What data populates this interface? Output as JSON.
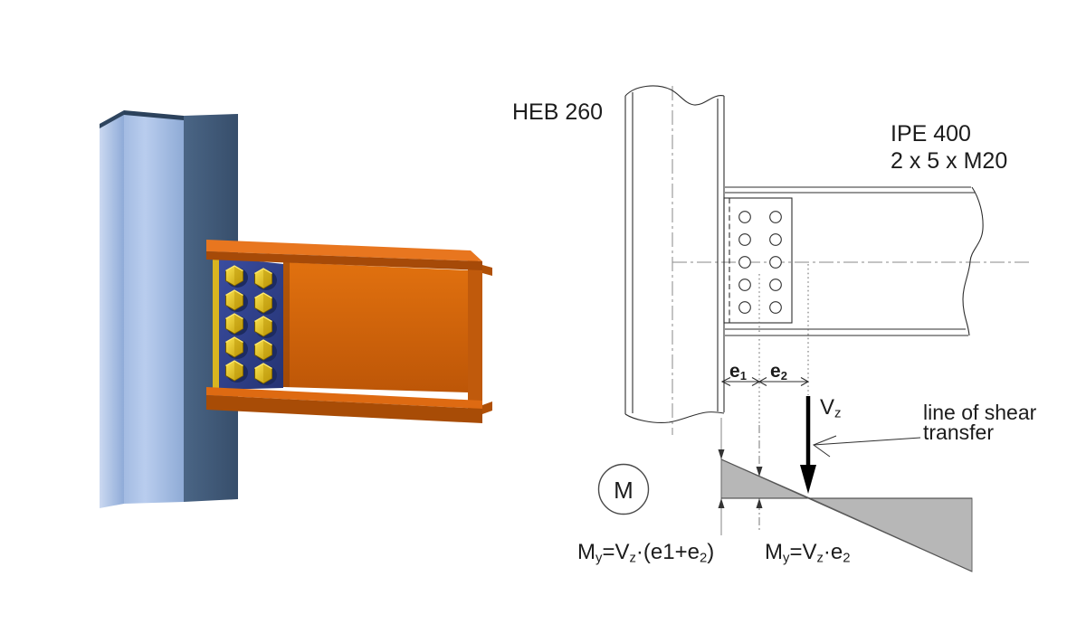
{
  "drawing": {
    "column_section_label": "HEB 260",
    "beam_section_label": "IPE 400",
    "bolt_spec_label": "2 x 5 x M20",
    "dim_e1": {
      "base": "e",
      "sub": "1"
    },
    "dim_e2": {
      "base": "e",
      "sub": "2"
    },
    "shear_force": {
      "base": "V",
      "sub": "z"
    },
    "shear_note_line1": "line of shear",
    "shear_note_line2": "transfer",
    "moment_symbol": "M",
    "formula_left": {
      "p1": "M",
      "s1": "y",
      "p2": "=V",
      "s2": "z",
      "p3": "·(e1+e",
      "s3": "2",
      "p4": ")"
    },
    "formula_right": {
      "p1": "M",
      "s1": "y",
      "p2": "=V",
      "s2": "z",
      "p3": "·e",
      "s3": "2"
    }
  },
  "colors": {
    "beam_orange": "#d8680f",
    "beam_orange_dark": "#a84c06",
    "column_light_blue": "#a9c0e6",
    "column_dark_blue": "#3f5a7c",
    "end_plate_navy": "#2e3f8c",
    "weld_yellow": "#d9b520",
    "bolt_yellow": "#e9c91d",
    "moment_fill_gray": "#b7b7b7",
    "drawing_line": "#2e2e2e",
    "centerline_gray": "#8a8a8a"
  }
}
